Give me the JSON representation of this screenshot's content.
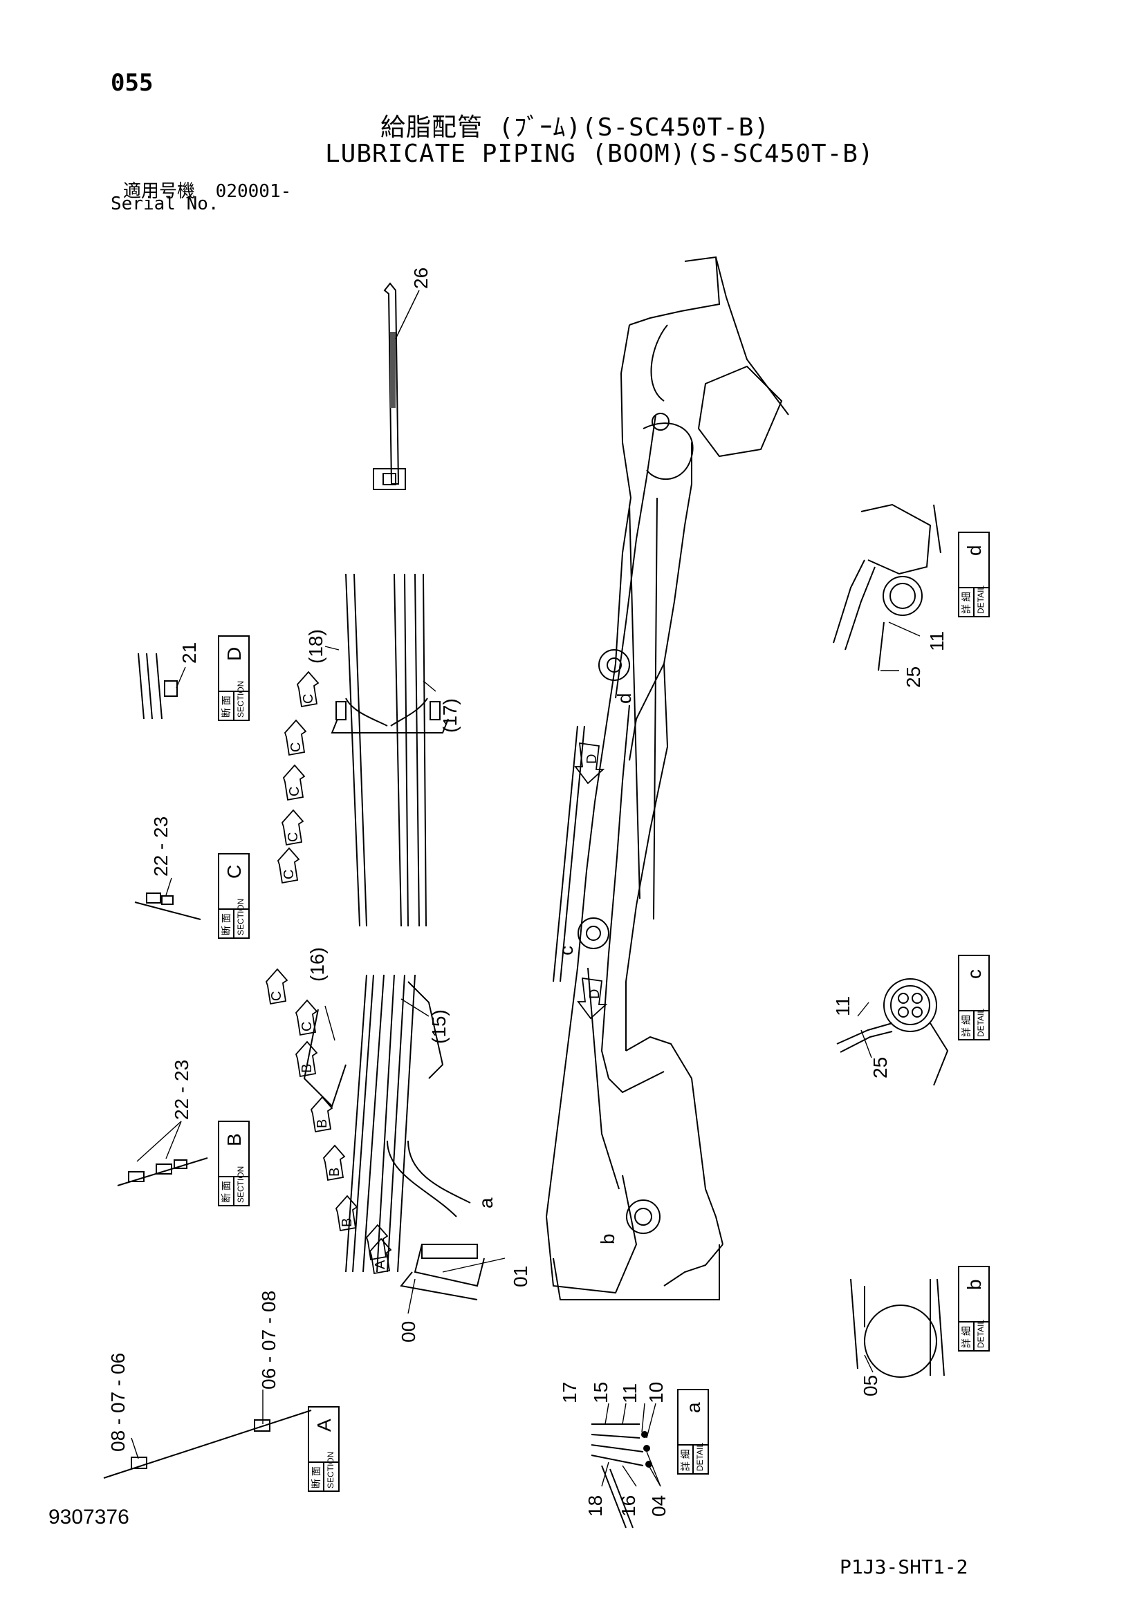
{
  "page_number": "055",
  "title_jp": "給脂配管 (ﾌﾞｰﾑ)(S-SC450T-B)",
  "title_en": "LUBRICATE PIPING (BOOM)(S-SC450T-B)",
  "serial_label_jp": "適用号機",
  "serial_value": "020001-",
  "serial_label_en": "Serial No.",
  "document_number": "9307376",
  "sheet_number": "P1J3-SHT1-2",
  "sections": [
    {
      "id": "D",
      "jp": "断 面",
      "en": "SECTION"
    },
    {
      "id": "C",
      "jp": "断 面",
      "en": "SECTION"
    },
    {
      "id": "B",
      "jp": "断 面",
      "en": "SECTION"
    },
    {
      "id": "A",
      "jp": "断 面",
      "en": "SECTION"
    }
  ],
  "details": [
    {
      "id": "d",
      "jp": "詳 細",
      "en": "DETAIL"
    },
    {
      "id": "c",
      "jp": "詳 細",
      "en": "DETAIL"
    },
    {
      "id": "b",
      "jp": "詳 細",
      "en": "DETAIL"
    },
    {
      "id": "a",
      "jp": "詳 細",
      "en": "DETAIL"
    }
  ],
  "callouts": {
    "c26": "26",
    "c21": "21",
    "c18p": "(18)",
    "c17p": "(17)",
    "c16p": "(16)",
    "c15p": "(15)",
    "c22_23_C": "22 - 23",
    "c22_23_B": "22 - 23",
    "c11_d": "11",
    "c25_d": "25",
    "c11_c": "11",
    "c25_c": "25",
    "c05": "05",
    "c01": "01",
    "c00": "00",
    "c06_08_r": "06 - 07 - 08",
    "c08_06_l": "08 - 07 - 06",
    "c17": "17",
    "c15": "15",
    "c11_a": "11",
    "c10": "10",
    "c18": "18",
    "c16": "16",
    "c04": "04"
  },
  "markers": {
    "a": "a",
    "b": "b",
    "c": "c",
    "d": "d",
    "arrowD": "D",
    "arrowC": "C",
    "arrowB": "B",
    "arrowA": "A"
  }
}
